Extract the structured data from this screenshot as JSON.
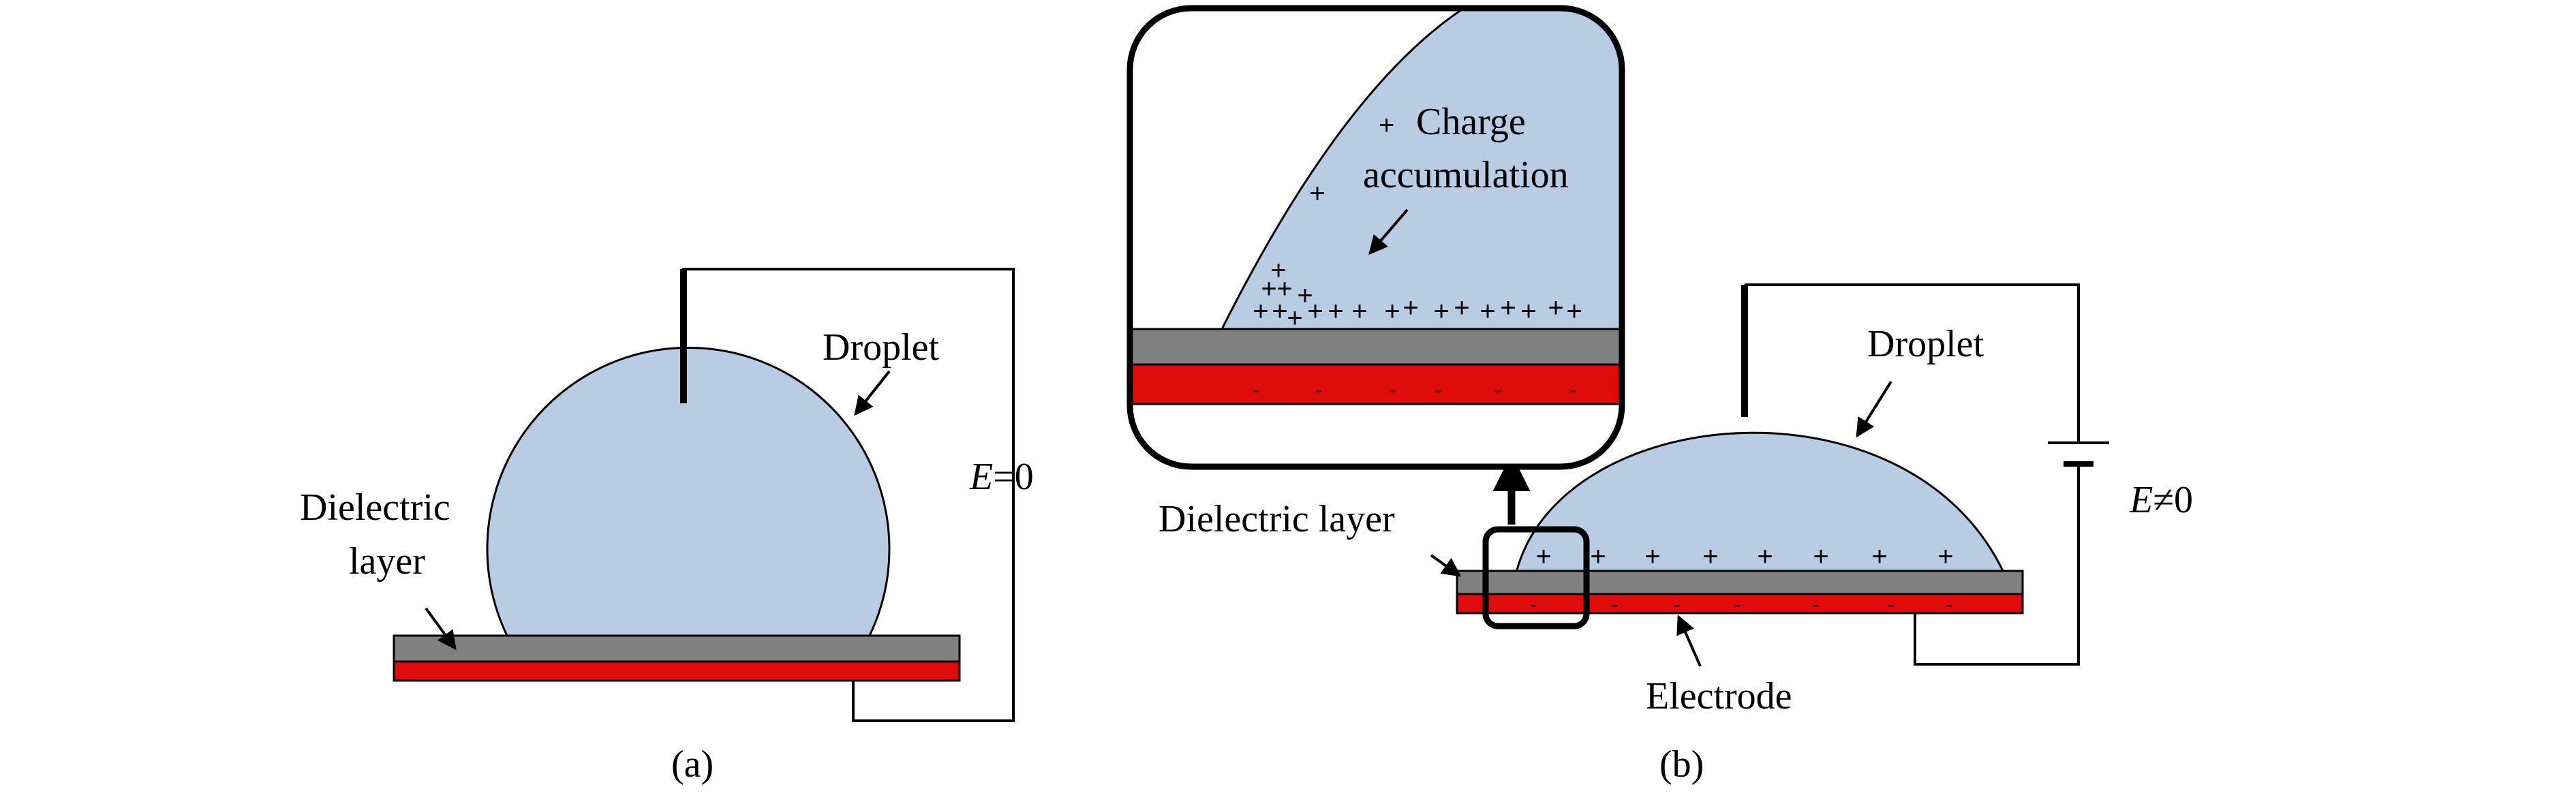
{
  "colors": {
    "droplet": "#b8cce4",
    "dielectric": "#808080",
    "electrode": "#e00c0c",
    "wire": "#000000"
  },
  "panel_a": {
    "droplet_label": "Droplet",
    "dielectric_label_line1": "Dielectric",
    "dielectric_label_line2": "layer",
    "field_label_var": "E",
    "field_label_rest": "=0",
    "caption": "(a)"
  },
  "panel_b": {
    "droplet_label": "Droplet",
    "dielectric_label": "Dielectric layer",
    "electrode_label": "Electrode",
    "field_label_var": "E",
    "field_label_rest": "≠0",
    "caption": "(b)",
    "plus_glyph": "+",
    "minus_glyph": "-"
  },
  "inset": {
    "charge_label_line1": "Charge",
    "charge_label_line2": "accumulation",
    "plus_glyph": "+",
    "minus_glyph": "-"
  }
}
